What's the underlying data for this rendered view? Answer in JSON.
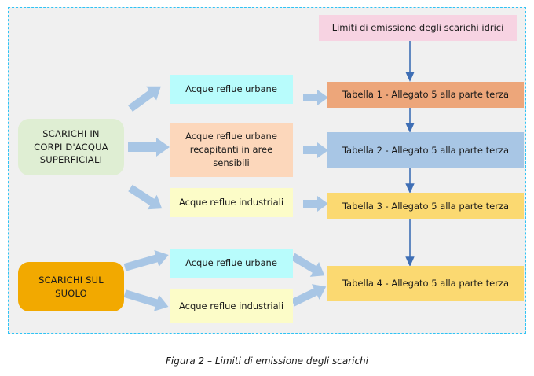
{
  "figure": {
    "caption": "Figura 2 – Limiti di emissione degli scarichi",
    "border_color": "#2fc3f5",
    "background_color": "#f0f0f0"
  },
  "nodes": {
    "title_box": {
      "label": "Limiti di emissione degli scarichi idrici",
      "color": "#f7d3e2"
    },
    "source_surface_water": {
      "line1": "SCARICHI IN",
      "line2": "CORPI D'ACQUA",
      "line3": "SUPERFICIALI",
      "color": "#dfeed3"
    },
    "source_soil": {
      "line1": "SCARICHI SUL",
      "line2": "SUOLO",
      "color": "#f2a900"
    },
    "cat_urban_water": {
      "label": "Acque reflue urbane",
      "color": "#b8fcfc"
    },
    "cat_urban_sensitive": {
      "line1": "Acque reflue urbane",
      "line2": "recapitanti in aree",
      "line3": "sensibili",
      "color": "#fcd7bb"
    },
    "cat_industrial_water": {
      "label": "Acque reflue industriali",
      "color": "#fcfcc8"
    },
    "cat_urban_soil": {
      "label": "Acque reflue urbane",
      "color": "#b8fcfc"
    },
    "cat_industrial_soil": {
      "label": "Acque reflue industriali",
      "color": "#fcfcc8"
    },
    "table1": {
      "label": "Tabella 1 - Allegato 5 alla parte terza",
      "color": "#eda67a"
    },
    "table2": {
      "label": "Tabella 2 - Allegato 5 alla parte terza",
      "color": "#a8c6e5"
    },
    "table3": {
      "label": "Tabella 3 - Allegato 5 alla parte terza",
      "color": "#fbd971"
    },
    "table4": {
      "label": "Tabella 4 - Allegato 5 alla parte terza",
      "color": "#fbd971"
    }
  },
  "connectors": {
    "block_arrow_color": "#a8c6e5",
    "line_arrow_color": "#3f6fb5"
  }
}
